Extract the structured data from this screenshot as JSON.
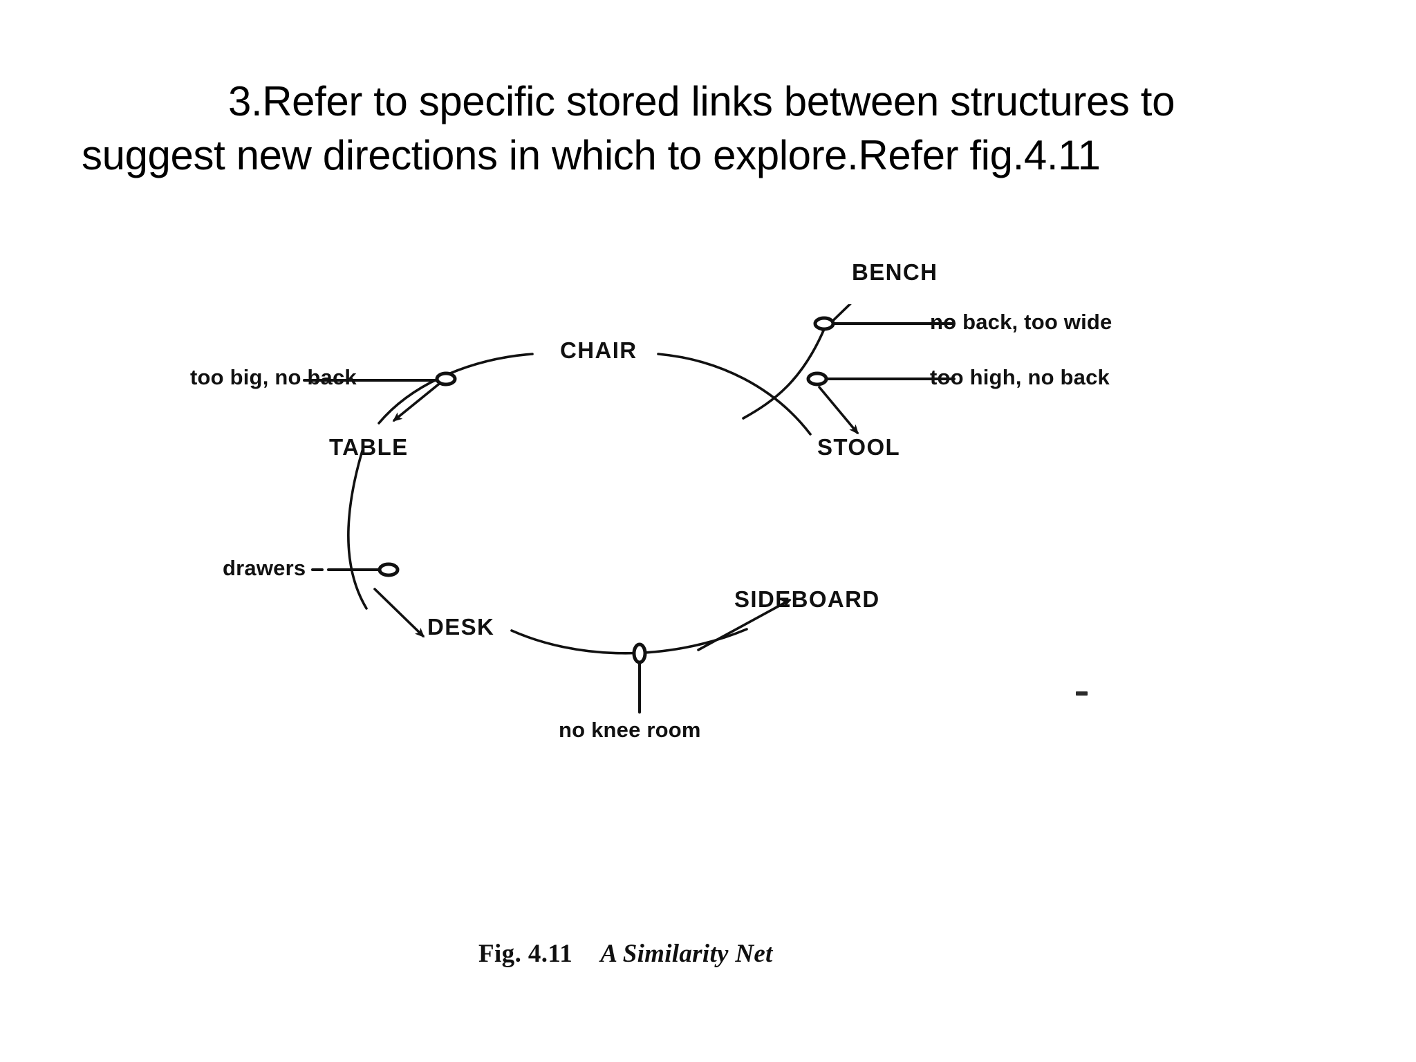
{
  "slide": {
    "background_color": "#ffffff",
    "heading": "3.Refer to specific stored links between structures to suggest new directions in which to explore.Refer fig.4.11"
  },
  "figure": {
    "caption_number": "Fig. 4.11",
    "caption_title": "A Similarity Net",
    "ink_color": "#111111",
    "nodes": [
      {
        "id": "bench",
        "label": "BENCH"
      },
      {
        "id": "chair",
        "label": "CHAIR"
      },
      {
        "id": "table",
        "label": "TABLE"
      },
      {
        "id": "stool",
        "label": "STOOL"
      },
      {
        "id": "desk",
        "label": "DESK"
      },
      {
        "id": "sideboard",
        "label": "SIDEBOARD"
      }
    ],
    "links": [
      {
        "id": "chair-bench",
        "from": "CHAIR",
        "to": "BENCH",
        "label": "no back, too wide"
      },
      {
        "id": "chair-stool",
        "from": "CHAIR",
        "to": "STOOL",
        "label": "too high, no back"
      },
      {
        "id": "chair-table",
        "from": "CHAIR",
        "to": "TABLE",
        "label": "too big, no back"
      },
      {
        "id": "table-desk",
        "from": "TABLE",
        "to": "DESK",
        "label": "drawers"
      },
      {
        "id": "desk-sideboard",
        "from": "DESK",
        "to": "SIDEBOARD",
        "label": "no knee room"
      }
    ]
  }
}
